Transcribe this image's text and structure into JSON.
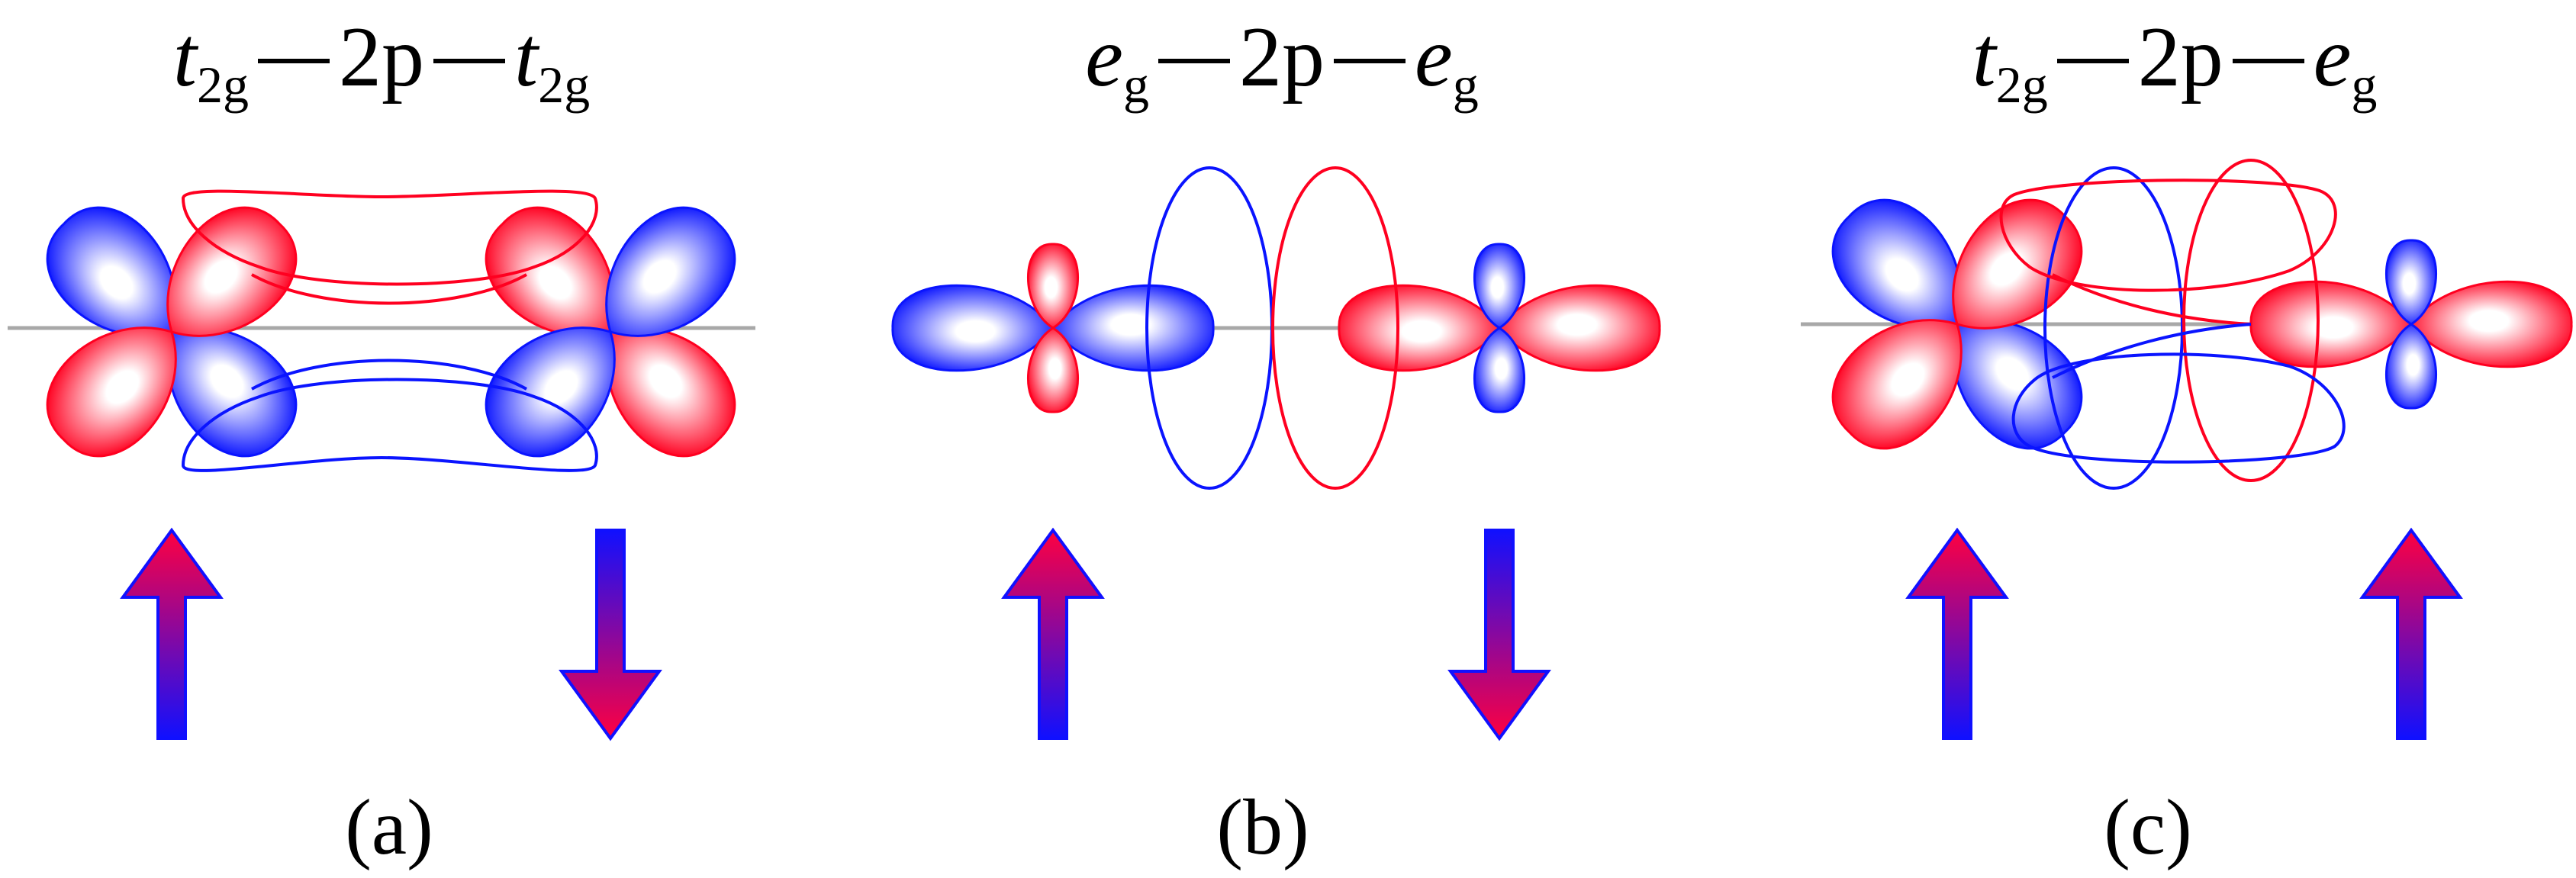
{
  "panels": [
    {
      "id": "a",
      "title": {
        "orb1": "t",
        "orb1_sub": "2g",
        "mid": "2p",
        "orb2": "t",
        "orb2_sub": "2g"
      },
      "caption": "(a)",
      "spins": [
        "up",
        "down"
      ],
      "left_orbital": "t2g",
      "right_orbital": "t2g"
    },
    {
      "id": "b",
      "title": {
        "orb1": "e",
        "orb1_sub": "g",
        "mid": "2p",
        "orb2": "e",
        "orb2_sub": "g"
      },
      "caption": "(b)",
      "spins": [
        "up",
        "down"
      ],
      "left_orbital": "eg",
      "right_orbital": "eg"
    },
    {
      "id": "c",
      "title": {
        "orb1": "t",
        "orb1_sub": "2g",
        "mid": "2p",
        "orb2": "e",
        "orb2_sub": "g"
      },
      "caption": "(c)",
      "spins": [
        "up",
        "up"
      ],
      "left_orbital": "t2g",
      "right_orbital": "eg"
    }
  ],
  "colors": {
    "positive_lobe": "#ff0020",
    "negative_lobe": "#0a14ff",
    "axis": "#a8a8a8",
    "arrow_top": "#ff0040",
    "arrow_bottom": "#1010ff"
  }
}
